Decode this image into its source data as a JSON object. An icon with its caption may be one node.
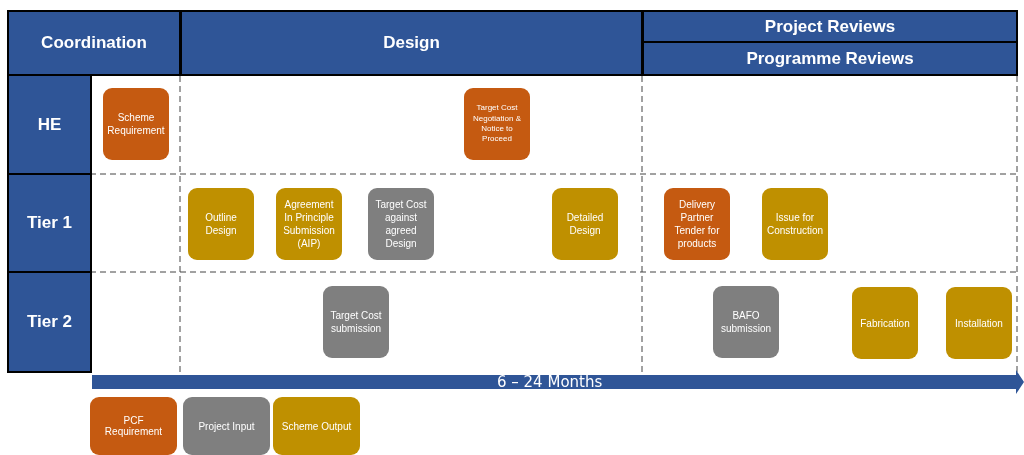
{
  "diagram": {
    "nodes": [
      {
        "text": [
          "Coordination"
        ]
      },
      {
        "text": [
          "Design"
        ]
      },
      {
        "text": [
          "Project Reviews"
        ]
      },
      {
        "text": [
          "Programme Reviews"
        ]
      },
      {
        "text": [
          "HE"
        ]
      },
      {
        "text": [
          "Tier 1"
        ]
      },
      {
        "text": [
          "Tier 2"
        ]
      },
      {
        "text": [
          "Scheme Requirement"
        ]
      },
      {
        "text": [
          "Target Cost Negotiation & Notice to Proceed"
        ]
      },
      {
        "text": [
          "Outline Design"
        ]
      },
      {
        "text": [
          "Agreement In Principle Submission (AIP)"
        ]
      },
      {
        "text": [
          "Target Cost against agreed Design"
        ]
      },
      {
        "text": [
          "Detailed Design"
        ]
      },
      {
        "text": [
          "Delivery Partner Tender for products"
        ]
      },
      {
        "text": [
          "Issue for Construction"
        ]
      },
      {
        "text": [
          "Target Cost submission"
        ]
      },
      {
        "text": [
          "BAFO submission"
        ]
      },
      {
        "text": [
          "Fabrication"
        ]
      },
      {
        "text": [
          "Installation"
        ]
      }
    ],
    "edges": [],
    "labels": [
      "6 – 24 Months"
    ],
    "legend": [
      {
        "text": "PCF Requirement",
        "color": "#c55a11"
      },
      {
        "text": "Project Input",
        "color": "#7f7f7f"
      },
      {
        "text": "Scheme Output",
        "color": "#bf9000"
      }
    ]
  }
}
